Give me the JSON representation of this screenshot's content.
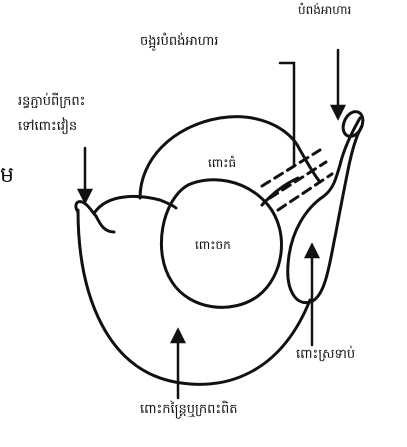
{
  "labels": {
    "esophagus": "បំពង់អាហារ",
    "esophageal_sphincter": "ចង្អូរបំពង់អាហារ",
    "reticulo_omasal_line1": "រន្ធភ្ជាប់ពីក្រពះ",
    "reticulo_omasal_line2": "ទៅពោះវៀន",
    "edge_fragment": "ម",
    "rumen": "ពោះធំ",
    "reticulum": "ពោះចក",
    "abomasum": "ពោះស្រទាប់",
    "omasum": "ពោះកន្ត្រៃឬក្រពះពិត"
  },
  "colors": {
    "stroke": "#111111",
    "background": "#ffffff"
  }
}
